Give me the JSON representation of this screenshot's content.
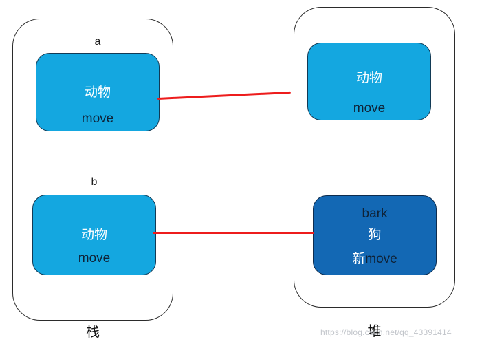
{
  "diagram": {
    "stack": {
      "region_label": "栈",
      "var_a": {
        "name": "a",
        "class_cn": "动物",
        "method_en": "move"
      },
      "var_b": {
        "name": "b",
        "class_cn": "动物",
        "method_en": "move"
      }
    },
    "heap": {
      "region_label": "堆",
      "animal_object": {
        "class_cn": "动物",
        "method_en": "move"
      },
      "dog_object": {
        "method_bark": "bark",
        "class_cn": "狗",
        "new_prefix_cn": "新",
        "new_method_en": "move"
      }
    },
    "watermark": "https://blog.csdn.net/qq_43391414",
    "colors": {
      "light_box": "#14a7e0",
      "dark_box": "#1368b4",
      "pointer_line": "#ed1c1c",
      "box_text_dark": "#0f2236",
      "box_text_white": "#ffffff"
    }
  }
}
